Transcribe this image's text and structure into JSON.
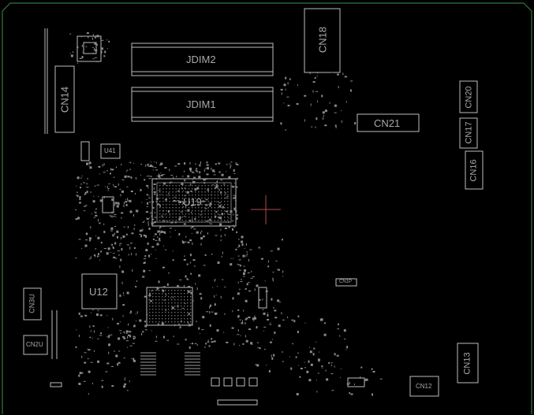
{
  "colors": {
    "background": "#000000",
    "outline": "#2f7a3a",
    "silkscreen": "#bdbdbd",
    "crosshair": "#b24a4a"
  },
  "labels": {
    "jdim2": "JDIM2",
    "jdim1": "JDIM1",
    "cn18": "CN18",
    "cn14": "CN14",
    "cn21": "CN21",
    "cn20": "CN20",
    "cn17": "CN17",
    "cn16": "CN16",
    "u19": "U19",
    "u12": "U12",
    "u41": "U41",
    "cn3u": "CN3U",
    "cn2u": "CN2U",
    "cn1p": "CN1P",
    "cn12": "CN12",
    "cn13": "CN13"
  }
}
